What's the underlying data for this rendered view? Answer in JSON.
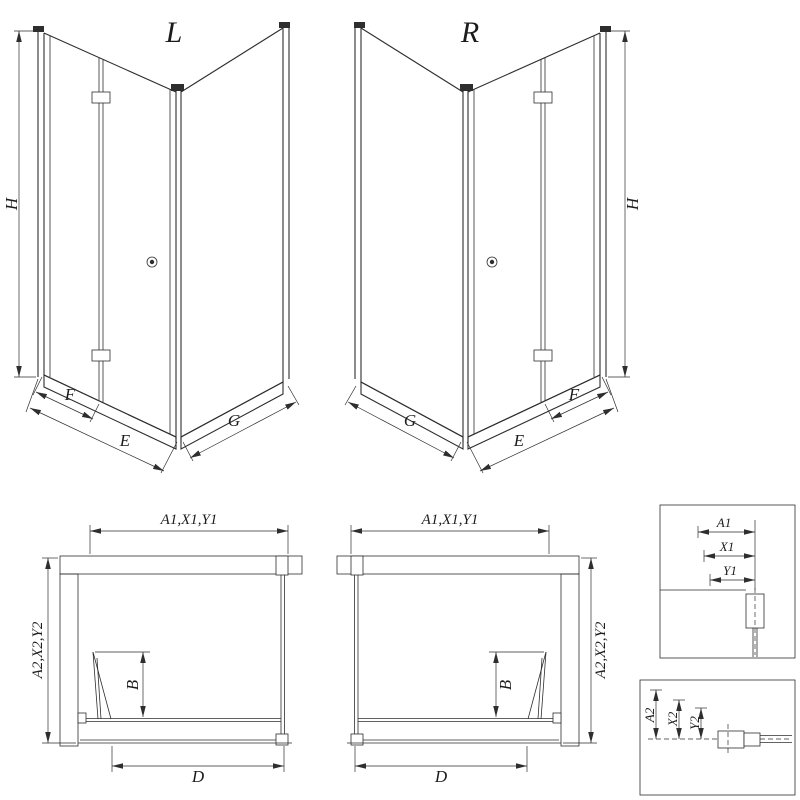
{
  "iso_left": {
    "variant": "L",
    "height": "H",
    "front_fixed": "F",
    "front_total": "E",
    "side": "G"
  },
  "iso_right": {
    "variant": "R",
    "height": "H",
    "front_fixed": "F",
    "front_total": "E",
    "side": "G"
  },
  "plan_left": {
    "width_chain": "A1,X1,Y1",
    "depth_chain": "A2,X2,Y2",
    "fold_depth": "B",
    "entry_width": "D"
  },
  "plan_right": {
    "width_chain": "A1,X1,Y1",
    "depth_chain": "A2,X2,Y2",
    "fold_depth": "B",
    "entry_width": "D"
  },
  "detail_width": {
    "a1": "A1",
    "x1": "X1",
    "y1": "Y1"
  },
  "detail_depth": {
    "a2": "A2",
    "x2": "X2",
    "y2": "Y2"
  },
  "colors": {
    "line": "#2e2e2e",
    "text": "#1c1c1c",
    "background": "#ffffff"
  }
}
